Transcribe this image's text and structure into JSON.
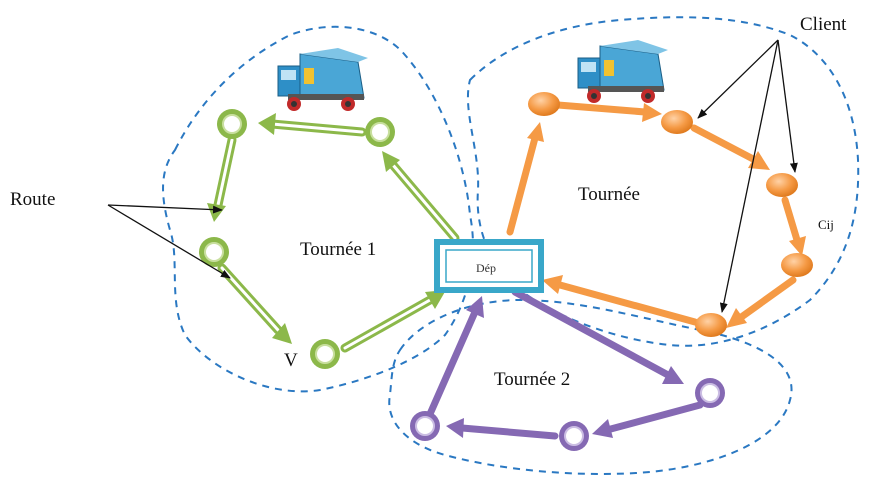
{
  "labels": {
    "client": "Client",
    "route": "Route",
    "tour1": "Tournée 1",
    "tour_orange": "Tournée",
    "tour2": "Tournée 2",
    "depot": "Dép",
    "cij": "Cij",
    "v": "V"
  },
  "colors": {
    "green": "#8cb84a",
    "green_light": "#c8df9e",
    "orange": "#f59a45",
    "purple": "#8569b3",
    "purple_light": "#cbbde3",
    "depot_border": "#39a7c9",
    "boundary": "#2a78c2",
    "annotation": "#111111"
  },
  "icons": {
    "truck_left": "delivery-truck-icon",
    "truck_right": "delivery-truck-icon"
  }
}
